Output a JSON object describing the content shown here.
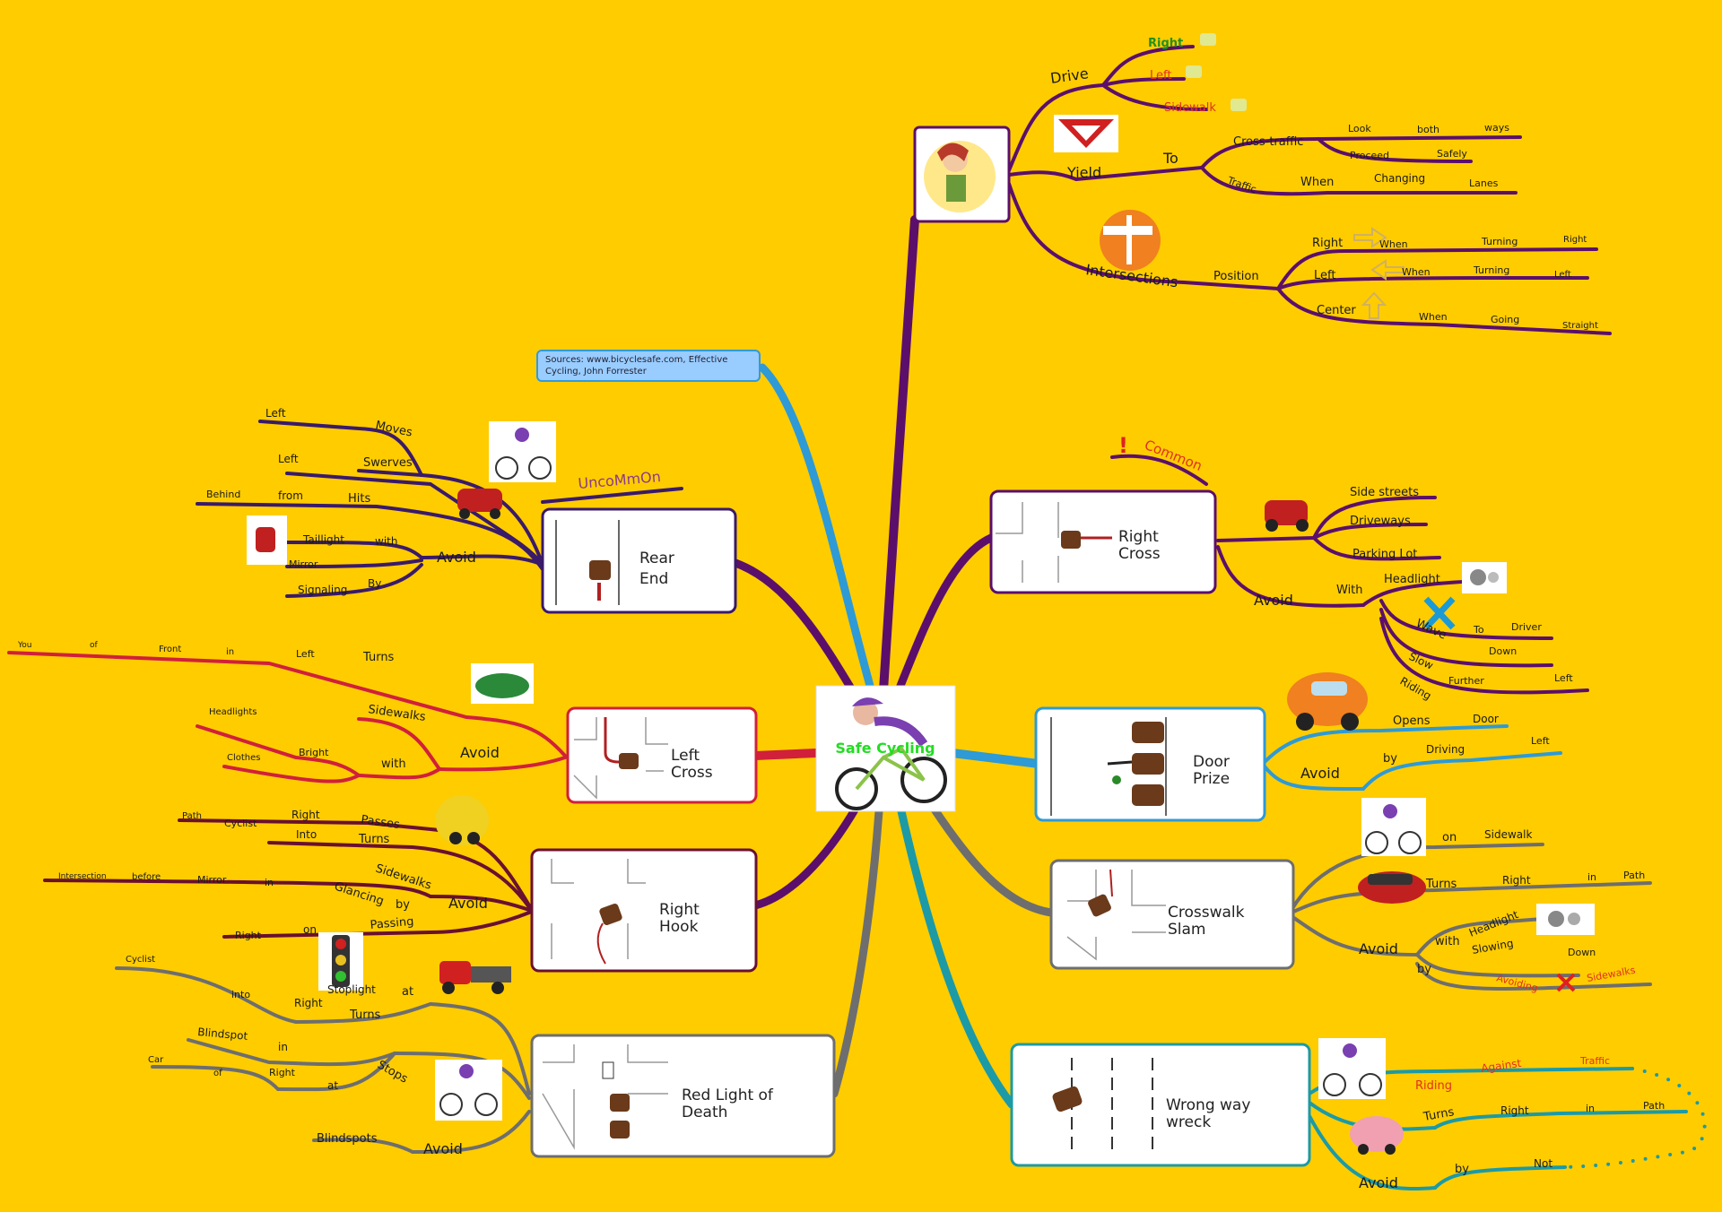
{
  "central": {
    "title": "Safe Cycling",
    "image": "cyclist-icon"
  },
  "sources": "Sources: www.bicyclesafe.com, Effective Cycling, John Forrester",
  "topics": [
    {
      "id": "rules",
      "image": "teacher-icon"
    },
    {
      "id": "right-cross",
      "label": "Right Cross"
    },
    {
      "id": "door-prize",
      "label": "Door Prize"
    },
    {
      "id": "crosswalk-slam",
      "label": "Crosswalk Slam"
    },
    {
      "id": "wrong-way",
      "label": "Wrong way wreck"
    },
    {
      "id": "red-light",
      "label": "Red Light of Death"
    },
    {
      "id": "right-hook",
      "label": "Right Hook"
    },
    {
      "id": "left-cross",
      "label": "Left Cross"
    },
    {
      "id": "rear-end",
      "label": "Rear End"
    }
  ],
  "labels": {
    "drive": "Drive",
    "right": "Right",
    "left": "Left",
    "sidewalk": "Sidewalk",
    "yield": "Yield",
    "to": "To",
    "cross_traffic": "Cross-traffic",
    "look": "Look",
    "both": "both",
    "ways": "ways",
    "proceed": "Proceed",
    "safely": "Safely",
    "traffic": "Traffic",
    "when": "When",
    "changing": "Changing",
    "lanes": "Lanes",
    "intersections": "Intersections",
    "position": "Position",
    "turning": "Turning",
    "center": "Center",
    "going": "Going",
    "straight": "Straight",
    "common": "Common",
    "side_streets": "Side streets",
    "driveways": "Driveways",
    "parking_lot": "Parking Lot",
    "avoid": "Avoid",
    "with": "With",
    "headlight": "Headlight",
    "wave": "Wave",
    "driver": "Driver",
    "slow": "Slow",
    "down": "Down",
    "riding": "Riding",
    "further": "Further",
    "opens": "Opens",
    "door": "Door",
    "by": "by",
    "driving": "Driving",
    "on": "on",
    "turns": "Turns",
    "in": "in",
    "path": "Path",
    "with_l": "with",
    "slowing": "Slowing",
    "avoiding": "Avoiding",
    "sidewalks": "Sidewalks",
    "against": "Against",
    "not": "Not",
    "uncommon": "UncoMmOn",
    "moves": "Moves",
    "swerves": "Swerves",
    "behind": "Behind",
    "from": "from",
    "hits": "Hits",
    "taillight": "Taillight",
    "mirror": "Mirror",
    "signaling": "Signaling",
    "by_cap": "By",
    "you": "You",
    "of": "of",
    "front": "Front",
    "headlights": "Headlights",
    "clothes": "Clothes",
    "bright": "Bright",
    "cyclist": "Cyclist",
    "into": "Into",
    "passes": "Passes",
    "intersection": "Intersection",
    "before": "before",
    "glancing": "Glancing",
    "passing": "Passing",
    "stoplight": "Stoplight",
    "at": "at",
    "into_l": "into",
    "blindspot": "Blindspot",
    "car": "Car",
    "stops": "Stops",
    "blindspots": "Blindspots"
  },
  "colors": {
    "background": "#FFCC00",
    "purple": "#5B0F6B",
    "blue": "#2E9AD6",
    "red": "#D0203A",
    "gray": "#6E6E6E",
    "teal": "#1C9AA6",
    "navy": "#3A1A6A",
    "darkred": "#6A1030",
    "maroon": "#7A1040"
  }
}
